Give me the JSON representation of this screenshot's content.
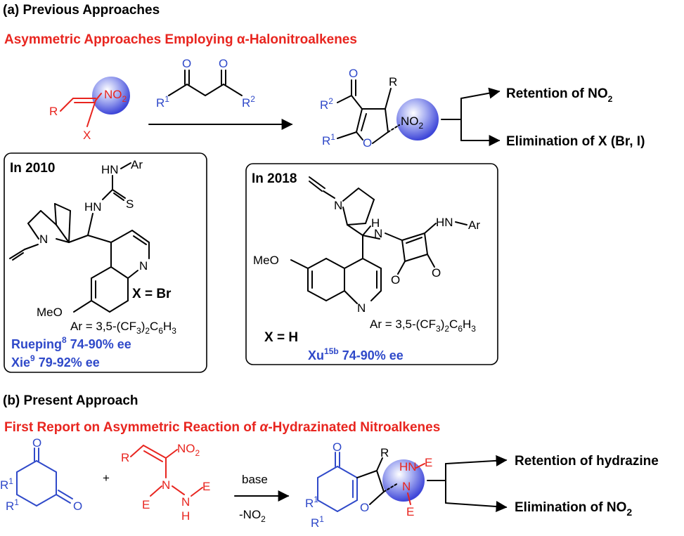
{
  "section_a": {
    "heading": "(a) Previous Approaches",
    "subheading": "Asymmetric Approaches Employing α-Halonitroalkenes",
    "outcomes": [
      "Retention of NO",
      "Elimination of X (Br, I)"
    ],
    "box_2010": {
      "year": "In 2010",
      "x_label": "X = Br",
      "ar_def": "Ar = 3,5-(CF",
      "refs": [
        {
          "author": "Rueping",
          "ref": "8",
          "ee": "74-90% ee"
        },
        {
          "author": "Xie",
          "ref": "9",
          "ee": "79-92% ee"
        }
      ]
    },
    "box_2018": {
      "year": "In 2018",
      "x_label": "X = H",
      "ar_def": "Ar = 3,5-(CF",
      "refs": [
        {
          "author": "Xu",
          "ref": "15b",
          "ee": "74-90% ee"
        }
      ]
    }
  },
  "section_b": {
    "heading": "(b) Present Approach",
    "subheading_pre": "First Report on Asymmetric Reaction of ",
    "subheading_alpha": "α",
    "subheading_post": "-Hydrazinated Nitroalkenes",
    "reagent_above": "base",
    "reagent_below": "-NO",
    "outcomes": [
      "Retention of hydrazine",
      "Elimination of NO"
    ]
  },
  "colors": {
    "red": "#e8251f",
    "blue": "#2f49c9",
    "ball": "#5560e0"
  }
}
